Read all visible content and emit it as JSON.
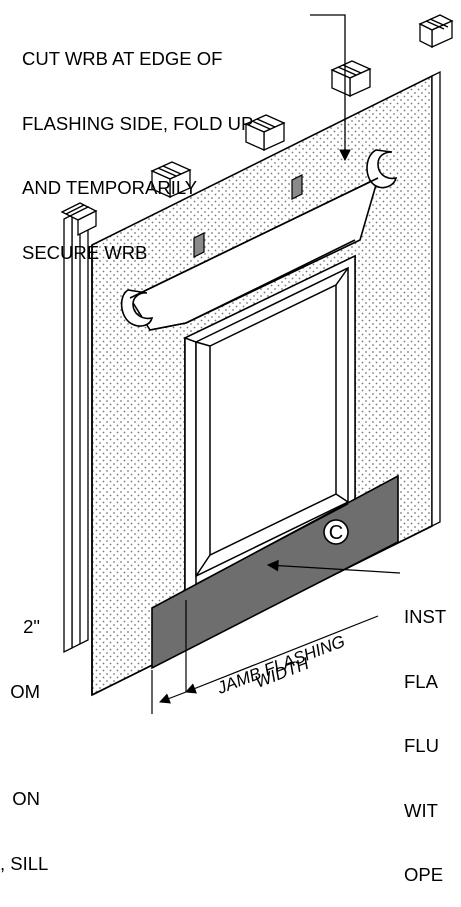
{
  "callouts": {
    "top": [
      "CUT WRB AT EDGE OF",
      "FLASHING SIDE, FOLD UP",
      "AND TEMPORARILY",
      "SECURE WRB"
    ],
    "right": [
      "INST",
      "FLA",
      "FLU",
      "WIT",
      "OPE"
    ],
    "left": [
      "2\"",
      "OM",
      "",
      "ON",
      ", SILL"
    ]
  },
  "dimension": {
    "line1": "JAMB FLASHING",
    "line2": "WIDTH"
  },
  "marker": "C",
  "colors": {
    "line": "#000000",
    "flashing": "#6e6e6e",
    "tab": "#8a8a8a",
    "wall_fill": "#ffffff",
    "dots": "#7a7a7a"
  }
}
